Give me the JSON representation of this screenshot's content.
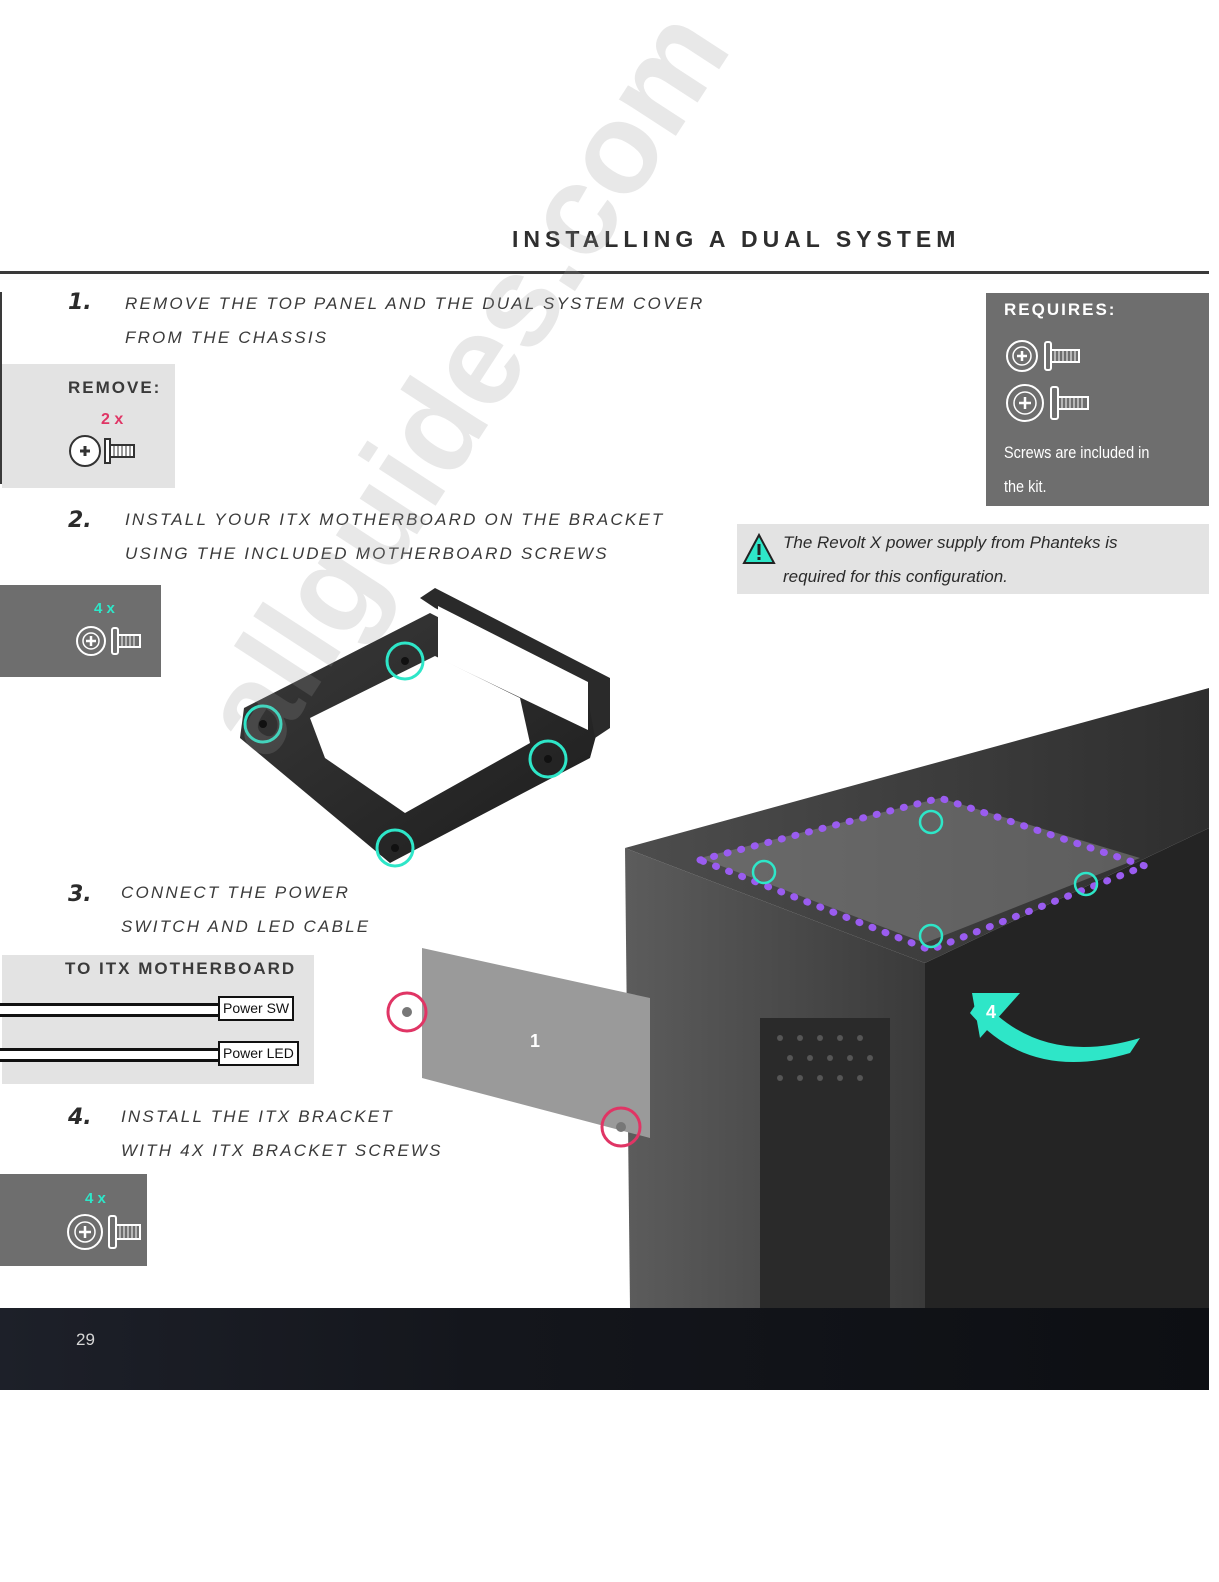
{
  "header": {
    "title": "INSTALLING A DUAL SYSTEM"
  },
  "steps": [
    {
      "number": "1.",
      "lines": [
        "REMOVE THE TOP PANEL AND THE DUAL SYSTEM COVER",
        "FROM THE CHASSIS"
      ]
    },
    {
      "number": "2.",
      "lines": [
        "INSTALL YOUR ITX MOTHERBOARD ON THE BRACKET",
        "USING THE INCLUDED MOTHERBOARD SCREWS"
      ]
    },
    {
      "number": "3.",
      "lines": [
        "CONNECT THE POWER",
        "SWITCH AND LED CABLE"
      ]
    },
    {
      "number": "4.",
      "lines": [
        "INSTALL THE ITX BRACKET",
        "WITH 4X ITX BRACKET SCREWS"
      ]
    }
  ],
  "remove_box": {
    "title": "REMOVE:",
    "count": "2 x",
    "icon": "screw-icon"
  },
  "step2_box": {
    "count": "4 x",
    "icon": "screw-icon"
  },
  "step4_box": {
    "count": "4 x",
    "icon": "screw-icon"
  },
  "requires_box": {
    "title": "REQUIRES:",
    "icons": [
      "screw-icon",
      "screw-icon"
    ],
    "note_lines": [
      "Screws are included in",
      "the kit."
    ]
  },
  "warning": {
    "icon": "warning-triangle-icon",
    "lines": [
      "The Revolt X power supply from Phanteks is",
      "required for this configuration."
    ]
  },
  "itx_box": {
    "title": "TO ITX MOTHERBOARD",
    "cables": [
      "Power SW",
      "Power LED"
    ]
  },
  "illustration": {
    "callout_1": "1",
    "callout_4": "4"
  },
  "footer": {
    "page_number": "29"
  },
  "watermark": {
    "text": "allguides.com"
  },
  "colors": {
    "accent_teal": "#2ee6c8",
    "accent_pink": "#e03565",
    "accent_purple": "#9a5cf0",
    "box_gray": "#6e6e6e",
    "box_light": "#e3e3e3"
  }
}
